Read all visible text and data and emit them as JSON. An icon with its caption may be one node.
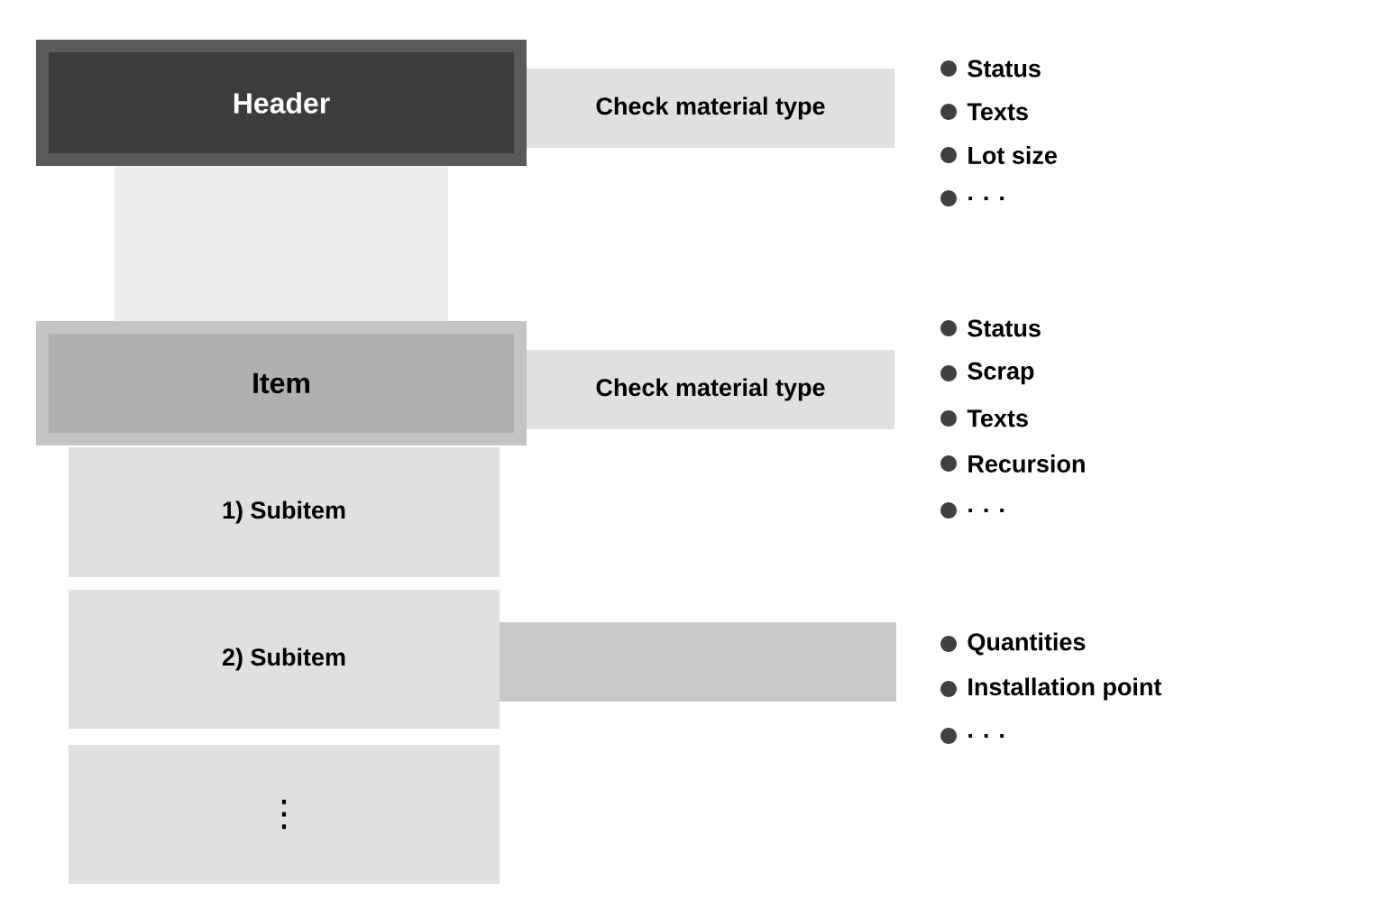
{
  "diagram": {
    "nodes": [
      {
        "text": [
          "Header"
        ]
      },
      {
        "text": [
          "Item"
        ]
      },
      {
        "text": [
          "1) Subitem"
        ]
      },
      {
        "text": [
          "2) Subitem"
        ]
      },
      {
        "text": [
          "⋮"
        ]
      },
      {
        "text": [
          "Check material type"
        ]
      },
      {
        "text": [
          "Check material type"
        ]
      },
      {
        "text": [],
        "shape": "bar"
      }
    ],
    "edges": [
      {
        "from": 0,
        "to": 1,
        "arrow": "none",
        "color": "#ececec"
      }
    ],
    "labels": [
      "Status",
      "Texts",
      "Lot size",
      ". . .",
      "Status",
      "Scrap",
      "Texts",
      "Recursion",
      ". . .",
      "Quantities",
      "Installation point",
      ". . ."
    ]
  }
}
